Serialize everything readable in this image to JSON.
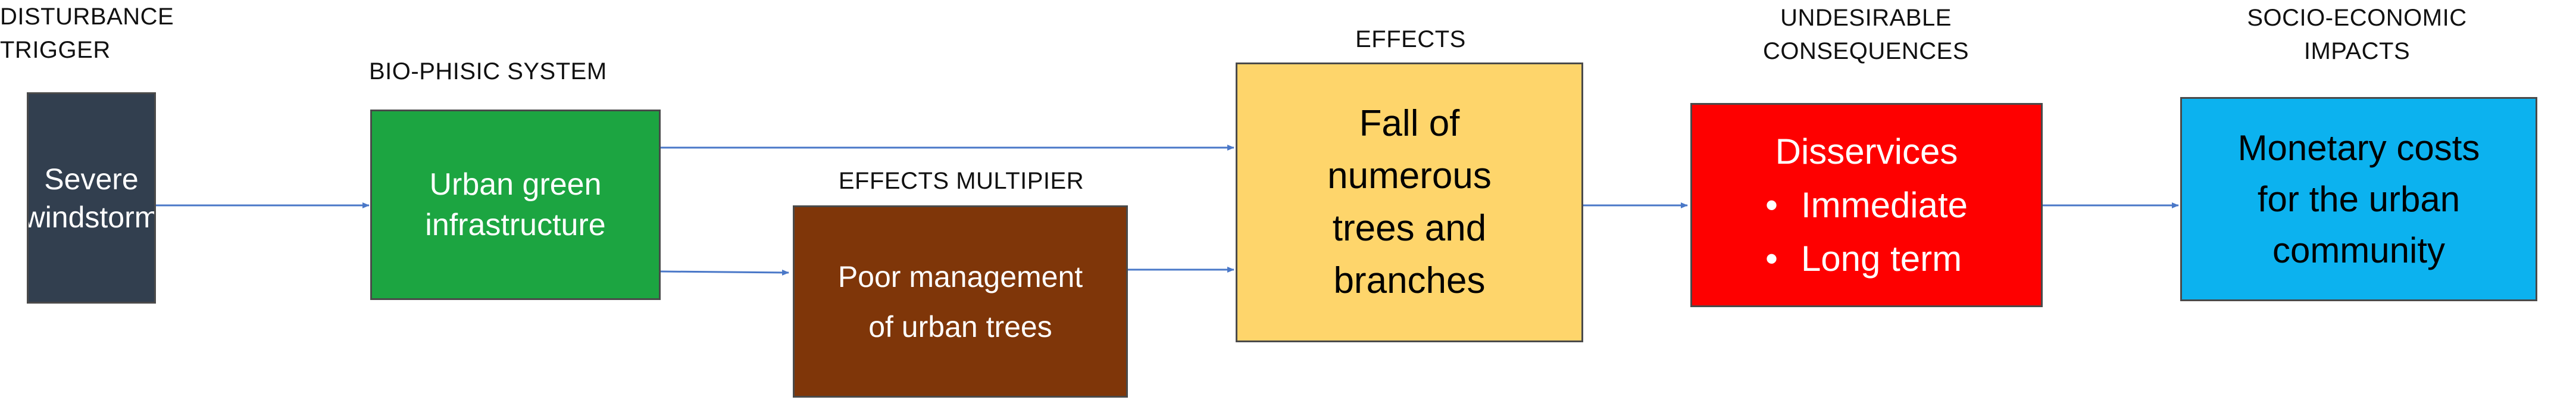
{
  "stages": {
    "disturbance": {
      "label": "DISTURBANCE\nTRIGGER",
      "box_text": "Severe\nwindstorm",
      "fill": "#323f4f"
    },
    "biophysic": {
      "label": "BIO-PHISIC SYSTEM",
      "box_text": "Urban green\ninfrastructure",
      "fill": "#1ca541"
    },
    "multiplier": {
      "label": "EFFECTS MULTIPIER",
      "box_text": "Poor management\nof urban trees",
      "fill": "#7f3609"
    },
    "effects": {
      "label": "EFFECTS",
      "box_text": "Fall of\nnumerous\ntrees and\nbranches",
      "fill": "#fed56b"
    },
    "consequences": {
      "label": "UNDESIRABLE\nCONSEQUENCES",
      "title": "Disservices",
      "items": [
        "Immediate",
        "Long term"
      ],
      "fill": "#fe0000"
    },
    "impacts": {
      "label": "SOCIO-ECONOMIC\nIMPACTS",
      "box_text": "Monetary costs\nfor the urban\ncommunity",
      "fill": "#0cb2ef"
    }
  },
  "arrow_color": "#4a78c8"
}
